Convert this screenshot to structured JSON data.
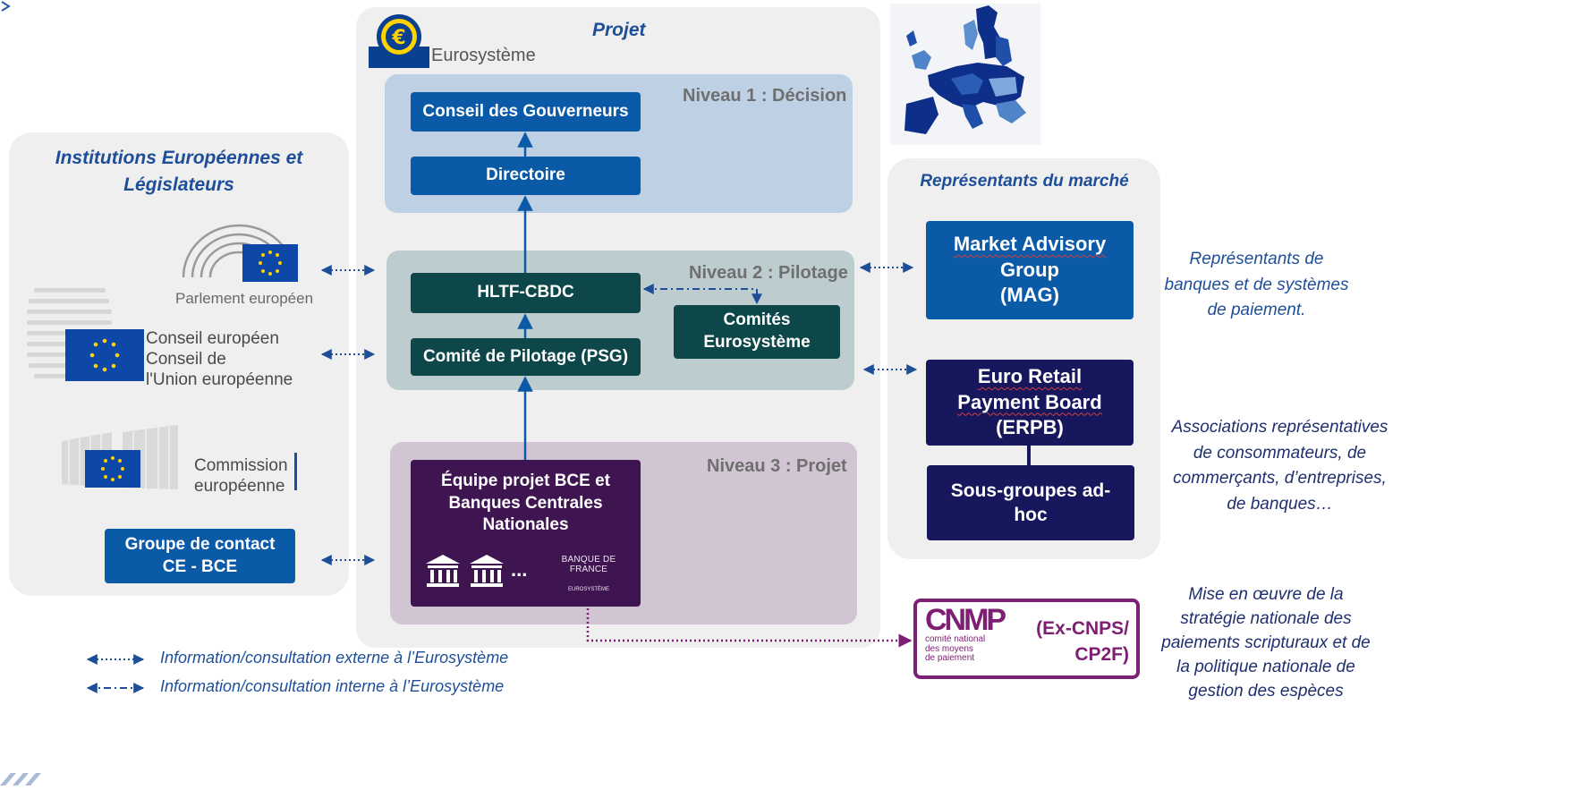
{
  "left_panel": {
    "title_line1": "Institutions Européennes et",
    "title_line2": "Législateurs",
    "parliament_label": "Parlement européen",
    "council_line1": "Conseil européen",
    "council_line2": "Conseil de",
    "council_line3": "l'Union européenne",
    "commission_line1": "Commission",
    "commission_line2": "européenne",
    "contact_group_line1": "Groupe de contact",
    "contact_group_line2": "CE - BCE"
  },
  "center": {
    "title": "Projet",
    "eurosystem_label": "Eurosystème",
    "level1": {
      "title": "Niveau 1 : Décision",
      "governors": "Conseil des Gouverneurs",
      "directoire": "Directoire"
    },
    "level2": {
      "title": "Niveau 2 : Pilotage",
      "hltf": "HLTF-CBDC",
      "psg": "Comité de Pilotage (PSG)",
      "committees_line1": "Comités",
      "committees_line2": "Eurosystème"
    },
    "level3": {
      "title": "Niveau 3 : Projet",
      "team_line1": "Équipe projet BCE et",
      "team_line2": "Banques Centrales",
      "team_line3": "Nationales",
      "ellipsis": "...",
      "bdf_label": "BANQUE DE FRANCE",
      "bdf_sub": "EUROSYSTÈME"
    }
  },
  "right_panel": {
    "title": "Représentants du marché",
    "mag_line1": "Market Advisory",
    "mag_line2": "Group",
    "mag_line3": "(MAG)",
    "erpb_line1": "Euro Retail",
    "erpb_line2": "Payment Board",
    "erpb_line3": "(ERPB)",
    "subgroups_line1": "Sous-groupes ad-",
    "subgroups_line2": "hoc"
  },
  "side_notes": {
    "mag_note": [
      "Représentants de",
      "banques et de systèmes",
      "de paiement."
    ],
    "erpb_note": [
      "Associations représentatives",
      "de consommateurs, de",
      "commerçants, d’entreprises,",
      "de banques…"
    ],
    "cnmp_note": [
      "Mise en œuvre de la",
      "stratégie nationale des",
      "paiements scripturaux et de",
      "la politique nationale de",
      "gestion des espèces"
    ]
  },
  "cnmp": {
    "logo": "CNMP",
    "sub1": "comité national",
    "sub2": "des moyens",
    "sub3": "de paiement",
    "ex_line1": "(Ex-CNPS/",
    "ex_line2": "CP2F)"
  },
  "legend": {
    "external": "Information/consultation externe à l’Eurosystème",
    "internal": "Information/consultation interne à l’Eurosystème"
  },
  "colors": {
    "ecb_blue": "#0b5aa8",
    "dark_teal": "#0d4749",
    "purple": "#3f1551",
    "navy": "#17175e",
    "cnmp_purple": "#7d1f72",
    "title_blue": "#1f4e99",
    "note_navy": "#1f2f6f",
    "level1_bg": "#bed0e4",
    "level2_bg": "#bccccf",
    "level3_bg": "#d2c5d3"
  }
}
